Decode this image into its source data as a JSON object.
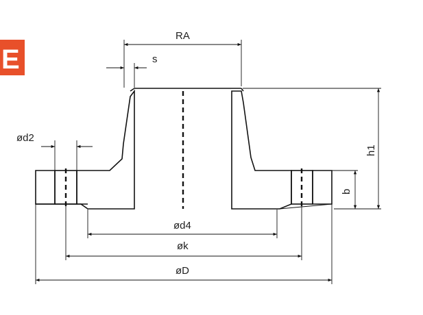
{
  "brand": {
    "logo_letter": "E",
    "logo_color": "#e8502a"
  },
  "labels": {
    "RA": "RA",
    "s": "s",
    "d2": "ød2",
    "h1": "h1",
    "b": "b",
    "d4": "ød4",
    "k": "øk",
    "D": "øD"
  }
}
